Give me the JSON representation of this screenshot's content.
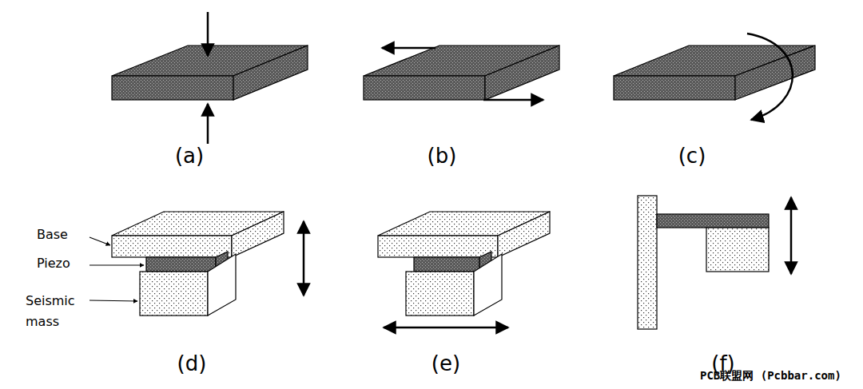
{
  "diagram": {
    "labels": [
      "(a)",
      "(b)",
      "(c)",
      "Base",
      "Piezo",
      "Seismic mass",
      "(d)",
      "(e)",
      "(f)",
      "PCB联盟网 (Pcbbar.com)"
    ]
  }
}
